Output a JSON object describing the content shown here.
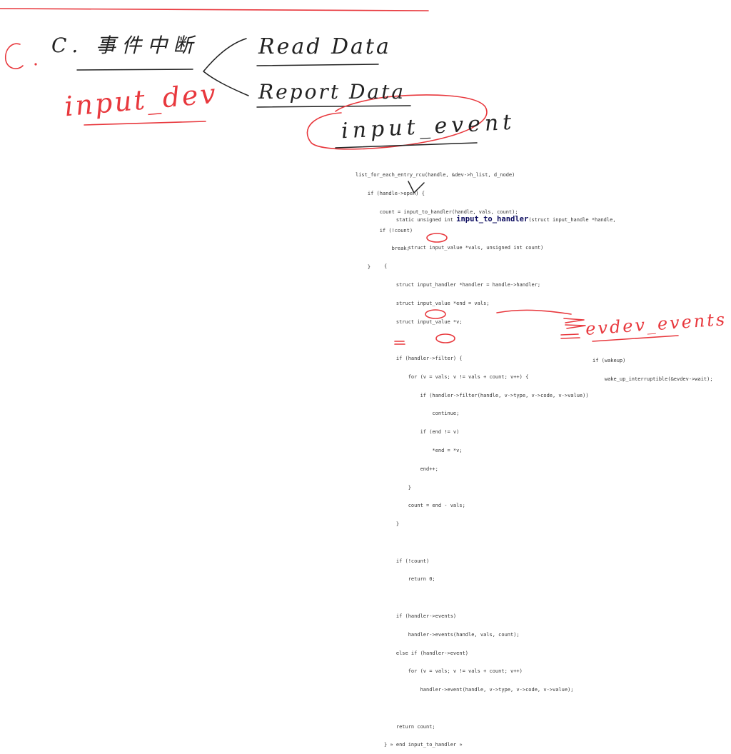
{
  "notes": {
    "han_heading": "C. 事件中断",
    "read_data": "Read Data",
    "report_data": "Report Data",
    "input_dev": "input_dev",
    "input_event": "input_event",
    "evdev_events": "evdev_events"
  },
  "code_snippet_1": {
    "lines": [
      "list_for_each_entry_rcu(handle, &dev->h_list, d_node)",
      "    if (handle->open) {",
      "        count = input_to_handler(handle, vals, count);",
      "        if (!count)",
      "            break;",
      "    }"
    ]
  },
  "code_snippet_2": {
    "signature_line1_prefix": "static unsigned int ",
    "signature_fn": "input_to_handler",
    "signature_line1_suffix": "(struct input_handle *handle,",
    "signature_line2": "        struct input_value *vals, unsigned int count)",
    "lines": [
      "{",
      "    struct input_handler *handler = handle->handler;",
      "    struct input_value *end = vals;",
      "    struct input_value *v;",
      "",
      "    if (handler->filter) {",
      "        for (v = vals; v != vals + count; v++) {",
      "            if (handler->filter(handle, v->type, v->code, v->value))",
      "                continue;",
      "            if (end != v)",
      "                *end = *v;",
      "            end++;",
      "        }",
      "        count = end - vals;",
      "    }",
      "",
      "    if (!count)",
      "        return 0;",
      "",
      "    if (handler->events)",
      "        handler->events(handle, vals, count);",
      "    else if (handler->event)",
      "        for (v = vals; v != vals + count; v++)",
      "            handler->event(handle, v->type, v->code, v->value);",
      "",
      "    return count;",
      "} » end input_to_handler »"
    ]
  },
  "code_snippet_3": {
    "lines": [
      "if (wakeup)",
      "    wake_up_interruptible(&evdev->wait);"
    ]
  },
  "colors": {
    "ink_red": "#e8383d",
    "ink_dark": "#222222",
    "keyword": "#1f1f8f",
    "variable": "#2a6e1e"
  }
}
